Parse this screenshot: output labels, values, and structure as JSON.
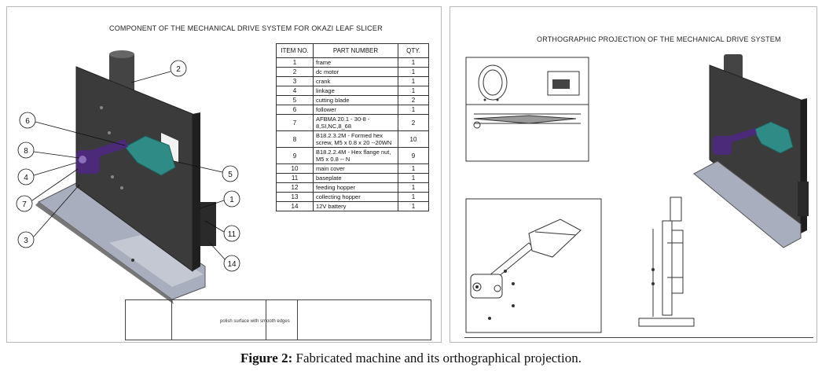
{
  "left_sheet": {
    "title": "COMPONENT OF THE MECHANICAL DRIVE SYSTEM FOR OKAZI LEAF SLICER",
    "callouts": [
      "2",
      "6",
      "8",
      "4",
      "7",
      "3",
      "5",
      "1",
      "11",
      "14"
    ],
    "bom": {
      "headers": [
        "ITEM NO.",
        "PART NUMBER",
        "QTY."
      ],
      "rows": [
        {
          "item": "1",
          "part": "frame",
          "qty": "1"
        },
        {
          "item": "2",
          "part": "dc motor",
          "qty": "1"
        },
        {
          "item": "3",
          "part": "crank",
          "qty": "1"
        },
        {
          "item": "4",
          "part": "linkage",
          "qty": "1"
        },
        {
          "item": "5",
          "part": "cutting blade",
          "qty": "2"
        },
        {
          "item": "6",
          "part": "follower",
          "qty": "1"
        },
        {
          "item": "7",
          "part": "AFBMA 20.1 - 30-8 - 8,SI,NC,8_68",
          "qty": "2"
        },
        {
          "item": "8",
          "part": "B18.2.3.2M - Formed hex screw, M5 x 0.8 x 20 --20WN",
          "qty": "10"
        },
        {
          "item": "9",
          "part": "B18.2.2.4M - Hex flange nut, M5 x 0.8 -- N",
          "qty": "9"
        },
        {
          "item": "10",
          "part": "main cover",
          "qty": "1"
        },
        {
          "item": "11",
          "part": "baseplate",
          "qty": "1"
        },
        {
          "item": "12",
          "part": "feeding hopper",
          "qty": "1"
        },
        {
          "item": "13",
          "part": "collecting hopper",
          "qty": "1"
        },
        {
          "item": "14",
          "part": "12V battery",
          "qty": "1"
        }
      ]
    },
    "title_block_finish": "polish surface with smooth edges"
  },
  "right_sheet": {
    "title": "ORTHOGRAPHIC PROJECTION OF THE MECHANICAL DRIVE SYSTEM"
  },
  "caption": {
    "label": "Figure 2:",
    "text": " Fabricated machine and its orthographical projection."
  },
  "colors": {
    "frame": "#3a3a3a",
    "blade": "#2e8b86",
    "crank": "#4b2a7a",
    "hopper": "#a8aebd"
  }
}
